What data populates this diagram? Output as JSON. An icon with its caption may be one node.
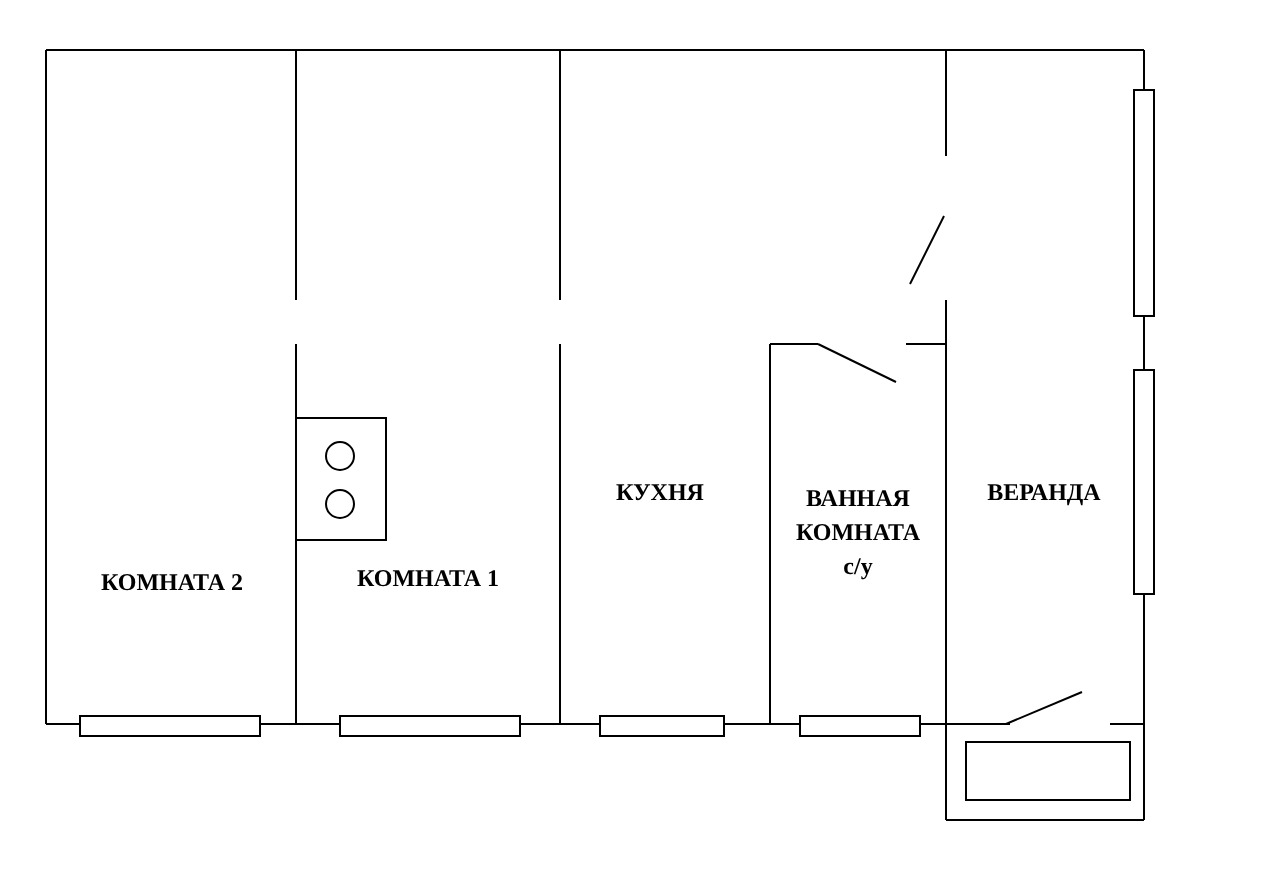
{
  "diagram": {
    "nodes": [
      {
        "text": [
          "КОМНАТА 2"
        ]
      },
      {
        "text": [
          "КОМНАТА 1"
        ]
      },
      {
        "text": [
          "КУХНЯ"
        ]
      },
      {
        "text": [
          "ВАННАЯ КОМНАТА с/у"
        ],
        "in": 2
      },
      {
        "text": [
          "ВЕРАНДА"
        ]
      }
    ]
  }
}
